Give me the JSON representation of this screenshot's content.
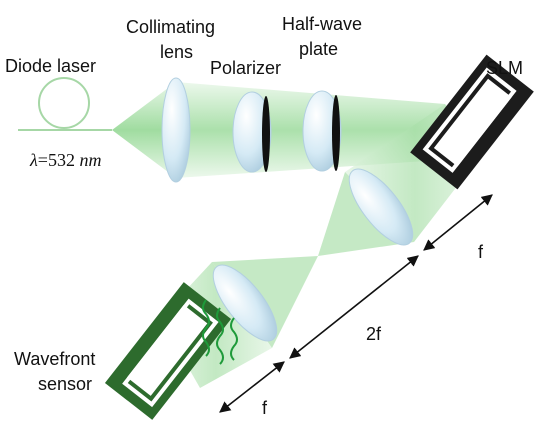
{
  "labels": {
    "diode_laser": "Diode laser",
    "collimating_lens_line1": "Collimating",
    "collimating_lens_line2": "lens",
    "polarizer": "Polarizer",
    "half_wave_line1": "Half-wave",
    "half_wave_line2": "plate",
    "slm": "SLM",
    "wavelength_symbol": "λ",
    "wavelength_value": "=532 ",
    "wavelength_unit": "nm",
    "wavefront_line1": "Wavefront",
    "wavefront_line2": "sensor",
    "dist_f_top": "f",
    "dist_2f": "2f",
    "dist_f_bottom": "f"
  },
  "colors": {
    "beam_green": "#7ccf7c",
    "beam_light": "#cdeecd",
    "lens_fill": "#d9ecf7",
    "lens_edge": "#a9c7d9",
    "slm_body": "#1c1c1c",
    "sensor_body": "#2d6b2d",
    "wavefront_line": "#1f9a3a",
    "fiber_green": "#a6d7a6"
  },
  "icons": {
    "laser": "fiber-coil-icon",
    "slm": "slm-mount-icon",
    "sensor": "sensor-mount-icon"
  }
}
